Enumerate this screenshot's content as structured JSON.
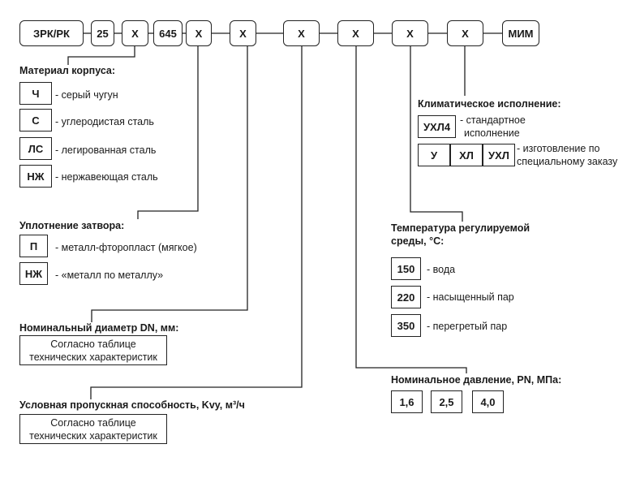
{
  "code": {
    "series": "ЗРК/РК",
    "num": "25",
    "x1": "Х",
    "model": "645",
    "x2": "Х",
    "x3": "Х",
    "x4": "Х",
    "x5": "Х",
    "x6": "Х",
    "x7": "Х",
    "suffix": "МИМ"
  },
  "body_material": {
    "title": "Материал корпуса:",
    "items": [
      {
        "code": "Ч",
        "desc": "- серый чугун"
      },
      {
        "code": "С",
        "desc": "- углеродистая сталь"
      },
      {
        "code": "ЛС",
        "desc": "- легированная сталь"
      },
      {
        "code": "НЖ",
        "desc": "- нержавеющая сталь"
      }
    ]
  },
  "seal": {
    "title": "Уплотнение затвора:",
    "items": [
      {
        "code": "П",
        "desc": "- металл-фторопласт (мягкое)"
      },
      {
        "code": "НЖ",
        "desc": "- «металл по металлу»"
      }
    ]
  },
  "diameter": {
    "title": "Номинальный диаметр DN, мм:",
    "box_line1": "Согласно таблице",
    "box_line2": "технических характеристик"
  },
  "kvy": {
    "title": "Условная пропускная способность, Kvy, м³/ч",
    "box_line1": "Согласно таблице",
    "box_line2": "технических характеристик"
  },
  "climate": {
    "title": "Климатическое исполнение:",
    "standard_code": "УХЛ4",
    "standard_desc_1": "- стандартное",
    "standard_desc_2": "исполнение",
    "special_codes": [
      "У",
      "ХЛ",
      "УХЛ"
    ],
    "special_desc_1": "- изготовление по",
    "special_desc_2": "специальному заказу"
  },
  "temperature": {
    "title_1": "Температура регулируемой",
    "title_2": "среды, °С:",
    "items": [
      {
        "code": "150",
        "desc": "- вода"
      },
      {
        "code": "220",
        "desc": "- насыщенный пар"
      },
      {
        "code": "350",
        "desc": "- перегретый пар"
      }
    ]
  },
  "pressure": {
    "title": "Номинальное давление, PN, МПа:",
    "values": [
      "1,6",
      "2,5",
      "4,0"
    ]
  }
}
